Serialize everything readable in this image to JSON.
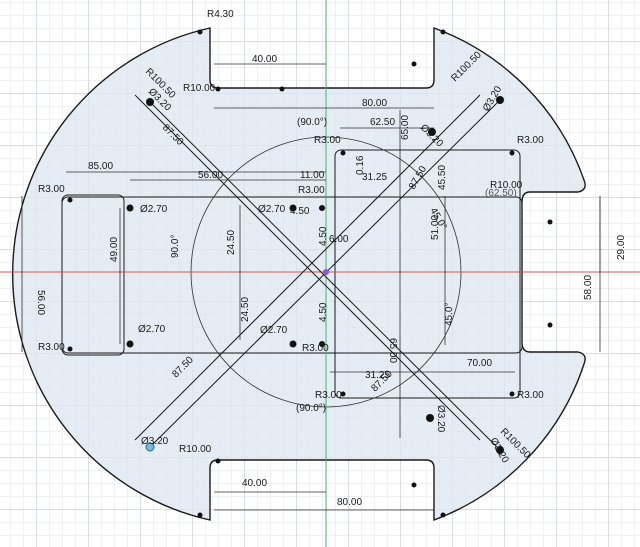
{
  "radius_labels": {
    "r430": "R4.30",
    "r10050_a": "R100.50",
    "r10050_b": "R100.50",
    "r10050_c": "R100.50",
    "r1000_a": "R10.00",
    "r1000_b": "R10.00",
    "r1000_c": "R10.00",
    "r300_a": "R3.00",
    "r300_b": "R3.00",
    "r300_c": "R3.00",
    "r300_d": "R3.00",
    "r300_e": "R3.00",
    "r300_f": "R3.00",
    "r300_g": "R3.00",
    "r300_h": "R3.00"
  },
  "dims": {
    "d4000_top": "40.00",
    "d8000_top": "80.00",
    "d6250": "62.50",
    "d6500_top": "65.00",
    "d8500": "85.00",
    "d5600_top": "56.00",
    "d1100": "11.00",
    "d3125_top": "31.25",
    "d4550": "45.50",
    "d2900": "29.00",
    "d5800": "58.00",
    "d5100": "51.00",
    "d4900": "49.00",
    "d5600_left": "56.00",
    "d2450_a": "24.50",
    "d2450_b": "24.50",
    "d450_a": "4.50",
    "d450_b": "4.50",
    "d600": "6.00",
    "d450_c": "4.50",
    "d7000": "70.00",
    "d3125_bot": "31.25",
    "d6500_bot": "65.00",
    "d8750_a": "87.50",
    "d8750_b": "87.50",
    "d8750_c": "87.50",
    "d8750_d": "87.50",
    "d4000_bot": "40.00",
    "d8000_bot": "80.00",
    "d9_0_top": "(90.0°)",
    "d9_0_bot": "(90.0°)",
    "d9_0_left": "90.0°",
    "d45_a": "45.0°",
    "d45_b": "45.0°",
    "d62_50": "(62.50)",
    "d90_16": "0.16"
  },
  "holes": {
    "h270_a": "Ø2.70",
    "h270_b": "Ø2.70",
    "h270_c": "Ø2.70",
    "h270_d": "Ø2.70",
    "h320_a": "Ø3.20",
    "h320_b": "Ø3.20",
    "h320_c": "Ø3.20",
    "h320_d": "Ø3.20",
    "h320_e": "Ø3.20"
  },
  "colors": {
    "outline": "#dce6f0",
    "axis_x": "#e05050",
    "axis_y": "#45b36b"
  }
}
